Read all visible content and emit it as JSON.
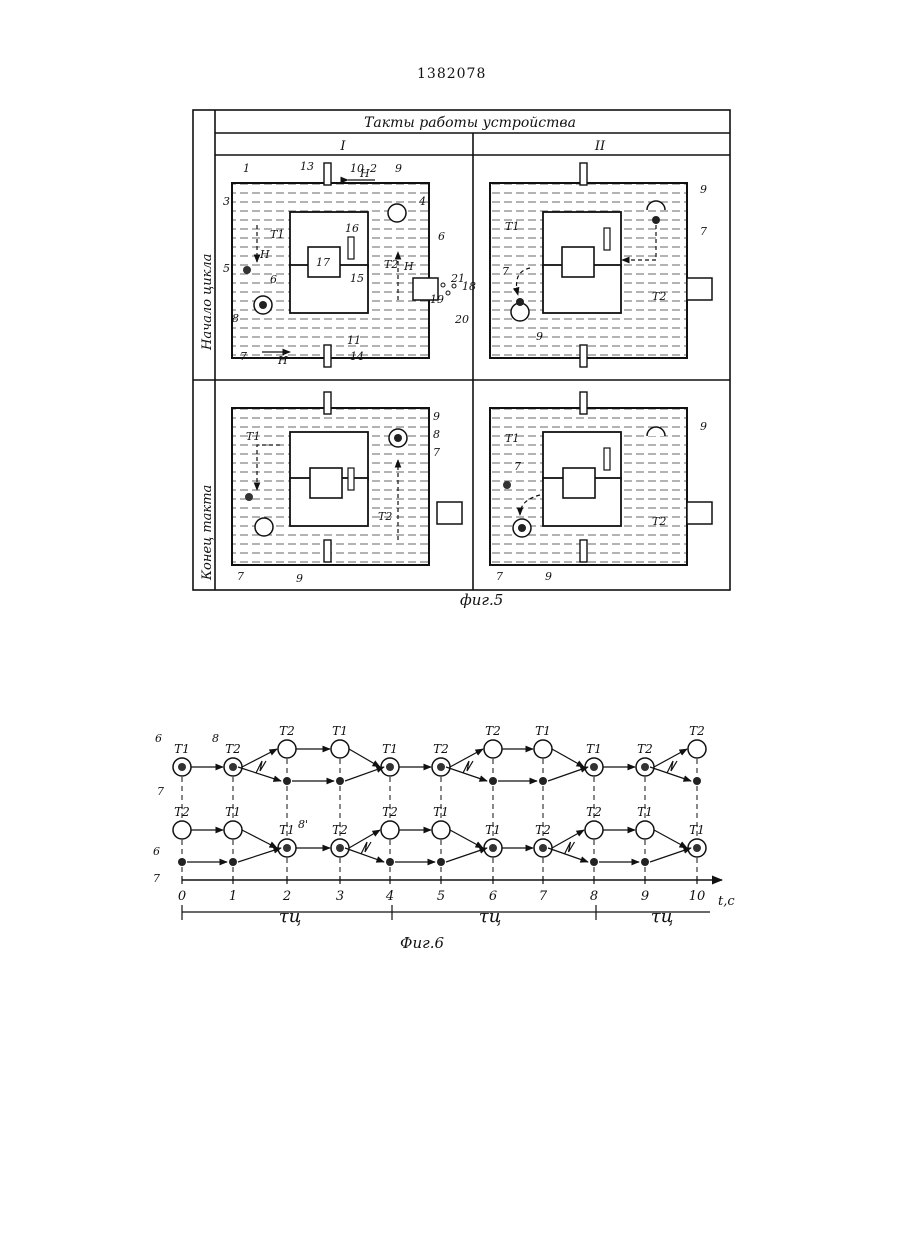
{
  "patent_number": "1382078",
  "fig5": {
    "header_title": "Такты работы устройства",
    "columns": [
      "I",
      "II"
    ],
    "rows": [
      "Начало цикла",
      "Конец такта"
    ],
    "caption": "фиг.5",
    "labels": {
      "n1": "1",
      "n2": "2",
      "n3": "3",
      "n4": "4",
      "n5": "5",
      "n6": "6",
      "n7": "7",
      "n8": "8",
      "n9": "9",
      "n10": "10",
      "n11": "11",
      "n13": "13",
      "n14": "14",
      "n15": "15",
      "n16": "16",
      "n17": "17",
      "n18": "18",
      "n19": "19",
      "n20": "20",
      "n21": "21",
      "t1": "T1",
      "t2": "T2",
      "h": "H"
    }
  },
  "fig6": {
    "caption": "Фиг.6",
    "axis_unit": "t,c",
    "x_ticks": [
      "0",
      "1",
      "2",
      "3",
      "4",
      "5",
      "6",
      "7",
      "8",
      "9",
      "10"
    ],
    "cycle_label": "τц",
    "row_labels": {
      "ball_upper": "6",
      "ball_upper_marker": "8",
      "dot_upper": "7",
      "ball_lower": "6",
      "dot_lower": "7",
      "lower_marker": "8'"
    },
    "upper_temps": [
      "T1",
      "T2",
      "T2",
      "T1",
      "T1",
      "T2",
      "T2",
      "T1",
      "T1",
      "T2",
      "T2"
    ],
    "lower_temps": [
      "T2",
      "T1",
      "T1",
      "T2",
      "T2",
      "T1",
      "T1",
      "T2",
      "T2",
      "T1",
      "T1"
    ]
  }
}
